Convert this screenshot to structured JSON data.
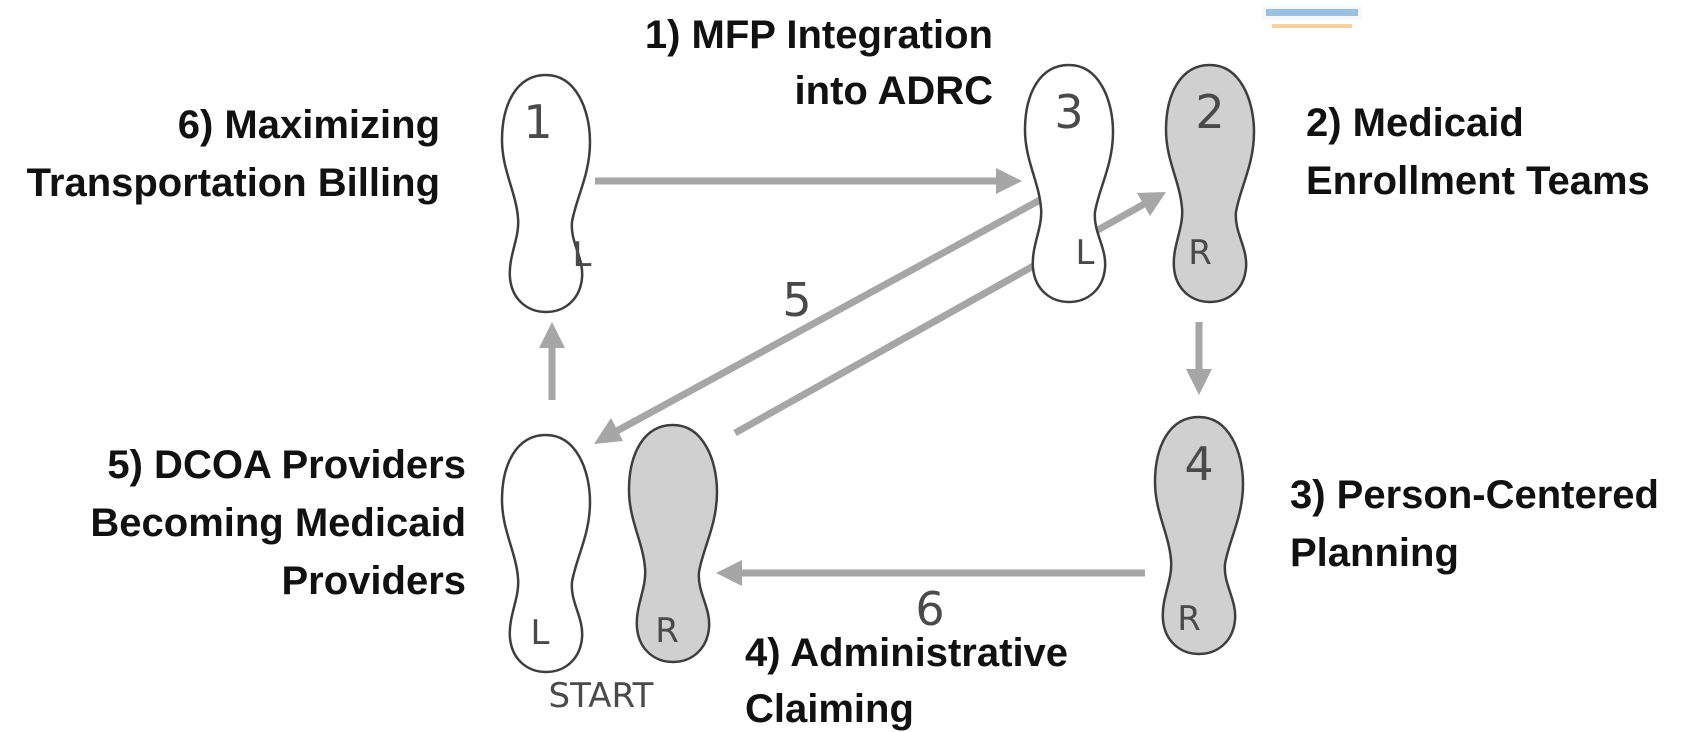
{
  "labels": {
    "step1": [
      "1) MFP Integration",
      "into ADRC"
    ],
    "step2": [
      "2) Medicaid",
      "Enrollment Teams"
    ],
    "step3": [
      "3) Person-Centered",
      "Planning"
    ],
    "step4": [
      "4) Administrative",
      "Claiming"
    ],
    "step5": [
      "5) DCOA Providers",
      "Becoming Medicaid",
      "Providers"
    ],
    "step6": [
      "6) Maximizing",
      "Transportation Billing"
    ]
  },
  "footprints": {
    "start_left": {
      "side": "L",
      "number": ""
    },
    "start_right": {
      "side": "R",
      "number": ""
    },
    "one": {
      "side": "L",
      "number": "1"
    },
    "two": {
      "side": "R",
      "number": "2"
    },
    "three": {
      "side": "L",
      "number": "3"
    },
    "four": {
      "side": "R",
      "number": "4"
    }
  },
  "step_numbers": {
    "five": "5",
    "six": "6"
  },
  "start_label": "START",
  "colors": {
    "left_foot": "#ffffff",
    "right_foot": "#d0d0d0",
    "arrow": "#a6a6a6"
  }
}
